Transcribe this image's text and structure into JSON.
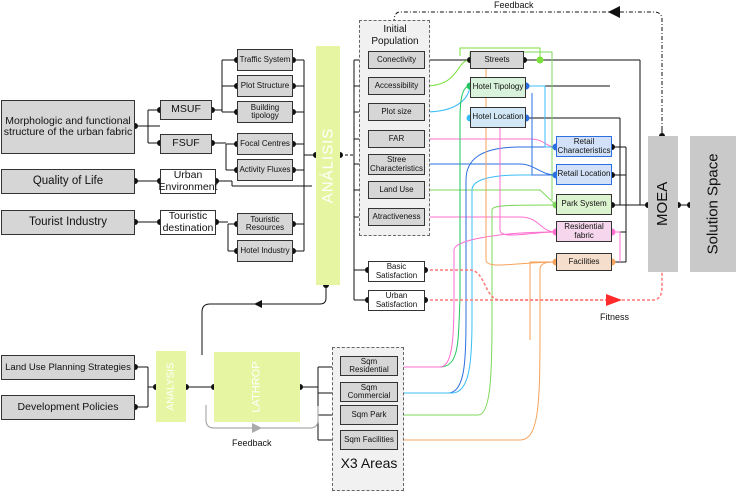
{
  "inputs": {
    "morphologic": "Morphologic and functional structure of the urban fabric",
    "quality_of_life": "Quality of Life",
    "tourist_industry": "Tourist Industry",
    "land_use_planning": "Land Use Planning Strategies",
    "development_policies": "Development Policies"
  },
  "groups": {
    "msuf": "MSUF",
    "fsuf": "FSUF",
    "urban_environment": "Urban Environment",
    "touristic_destination": "Touristic destination"
  },
  "factors": {
    "traffic_system": "Traffic System",
    "plot_structure": "Plot Structure",
    "building_tipology": "Building tipology",
    "focal_centres": "Focal Centres",
    "activity_fluxes": "Activity Fluxes",
    "touristic_resources": "Touristic Resources",
    "hotel_industry": "Hotel Industry"
  },
  "analysis_main": "ANÁLISIS",
  "analysis_small": "ANALYSIS",
  "lathrop": "LATHROP",
  "initial_population": {
    "title": "Initial Population",
    "items": [
      "Conectivity",
      "Accessibility",
      "Plot size",
      "FAR",
      "Stree Characteristics",
      "Land Use",
      "Atractiveness"
    ]
  },
  "satisfaction": {
    "basic": "Basic Satisfaction",
    "urban": "Urban Satisfaction"
  },
  "variables": {
    "streets": "Streets",
    "hotel_tipology": "Hotel Tipology",
    "hotel_location": "Hotel Location",
    "retail_characteristics": "Retail Characteristics",
    "retail_location": "Retail Location",
    "park_system": "Park System",
    "residential_fabric": "Residential fabric",
    "facilities": "Facilities"
  },
  "areas": {
    "items": [
      "Sqm Residential",
      "Sqm Commercial",
      "Sqm Park",
      "Sqm Facilities"
    ],
    "caption": "X3 Areas"
  },
  "moea": "MOEA",
  "solution_space": "Solution Space",
  "feedback_top": "Feedback",
  "feedback_bottom": "Feedback",
  "fitness": "Fitness",
  "colors": {
    "green_panel": "#e6f5a2",
    "box_gray": "#d6d6d6",
    "streets_line": "#7be03a",
    "hotel_tip_line": "#22c55e",
    "hotel_loc_line": "#38bdf8",
    "retail_line": "#2b6fe0",
    "park_line": "#7bd858",
    "residential_line": "#ff6fd0",
    "facilities_line": "#f7a35b",
    "fitness_line": "#ff7a7a",
    "fitness_arrow": "#ff2a2a"
  }
}
